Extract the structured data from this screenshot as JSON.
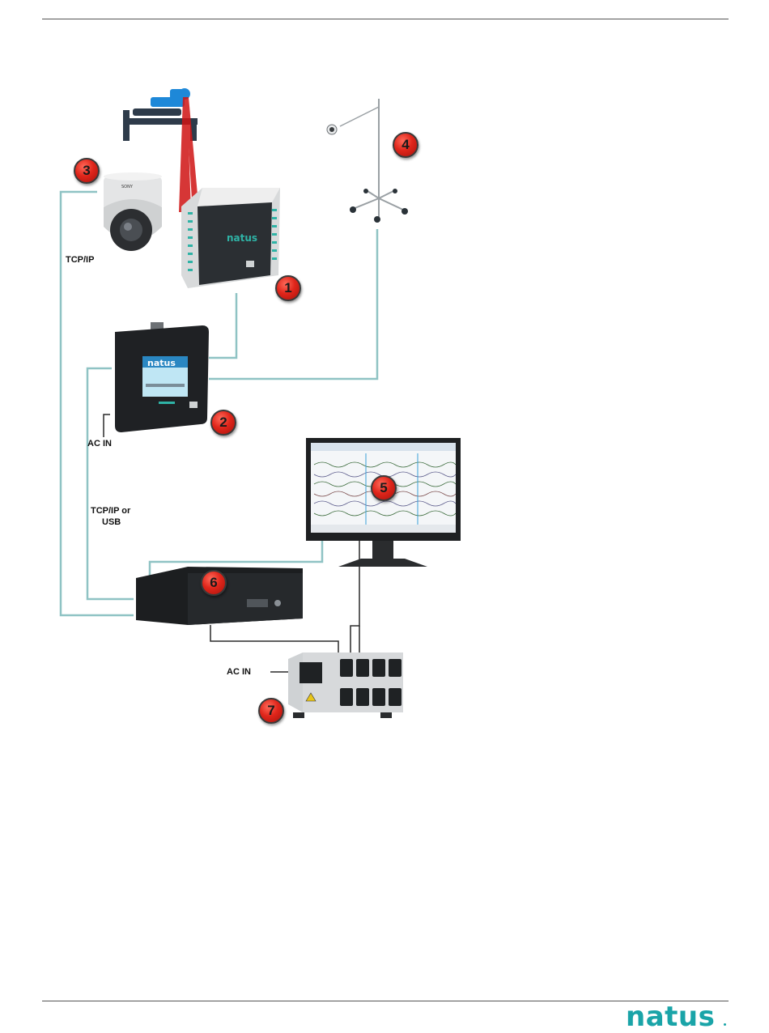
{
  "labels": {
    "tcpip": "TCP/IP",
    "ac_in_top": "AC IN",
    "tcpip_or_usb_line1": "TCP/IP or",
    "tcpip_or_usb_line2": "USB",
    "ac_in_bottom": "AC IN"
  },
  "badges": [
    "1",
    "2",
    "3",
    "4",
    "5",
    "6",
    "7"
  ],
  "devices": {
    "amplifier_brand": "natus",
    "base_unit_brand": "natus"
  },
  "footer": {
    "logo_text": "natus"
  },
  "colors": {
    "cable_teal": "#8fc3c4",
    "cable_black": "#2a2a2a",
    "badge_red": "#e0261b",
    "brand_teal": "#1aa4a8",
    "laser_red": "#d01414",
    "patient_blue": "#1e88d8"
  }
}
